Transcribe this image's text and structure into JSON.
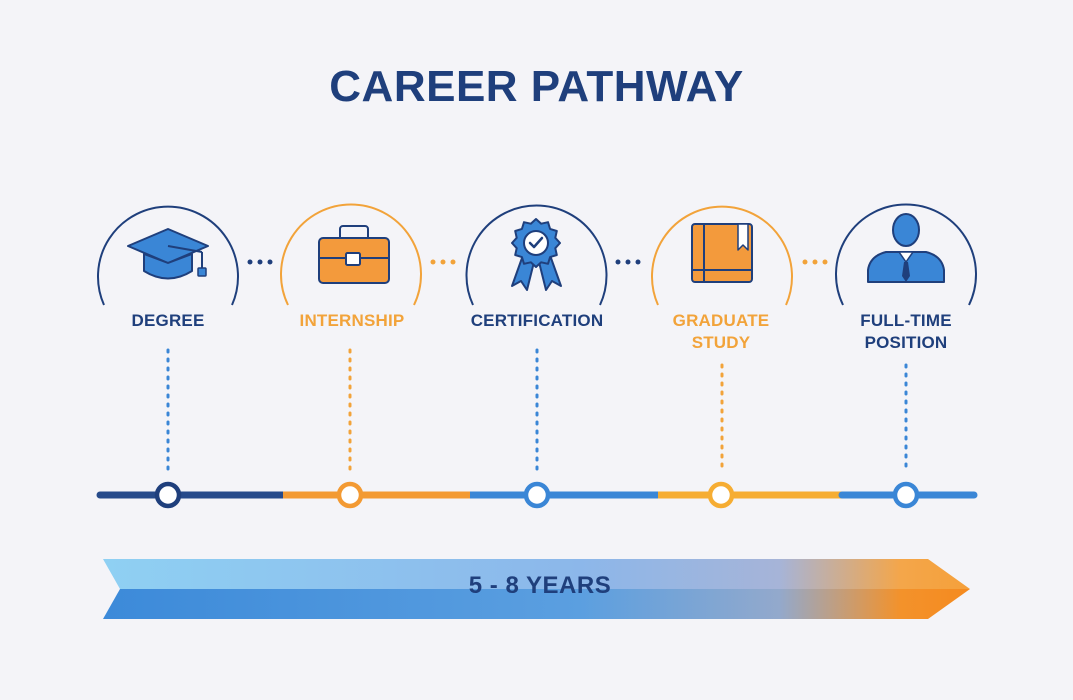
{
  "title": "CAREER PATHWAY",
  "steps": [
    {
      "label_line1": "DEGREE",
      "label_line2": "",
      "icon": "graduation-cap-icon",
      "color": "#1f3f7c"
    },
    {
      "label_line1": "INTERNSHIP",
      "label_line2": "",
      "icon": "briefcase-icon",
      "color": "#f2a33a"
    },
    {
      "label_line1": "CERTIFICATION",
      "label_line2": "",
      "icon": "award-badge-icon",
      "color": "#1f3f7c"
    },
    {
      "label_line1": "GRADUATE",
      "label_line2": "STUDY",
      "icon": "book-icon",
      "color": "#f2a33a"
    },
    {
      "label_line1": "FULL-TIME",
      "label_line2": "POSITION",
      "icon": "professional-person-icon",
      "color": "#1f3f7c"
    }
  ],
  "duration_band": {
    "label": "5 - 8 YEARS"
  },
  "colors": {
    "navy": "#1f3f7c",
    "blue": "#3a86d6",
    "orange": "#f2a33a",
    "background": "#f4f4f8"
  }
}
